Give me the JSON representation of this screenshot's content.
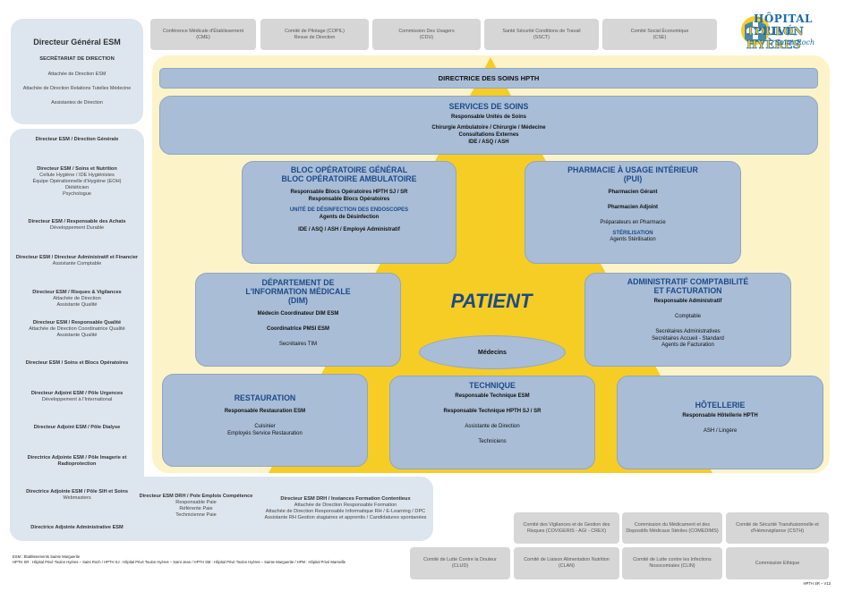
{
  "logo": {
    "line1": "HÔPITAL PRIVÉ",
    "line2": "TOULON HYÈRES",
    "line3": "Saint Roch"
  },
  "top_committees": [
    {
      "line1": "Conférence Médicale d'Établissement",
      "line2": "(CME)"
    },
    {
      "line1": "Comité de Pilotage (COPIL)",
      "line2": "Revue de Direction"
    },
    {
      "line1": "Commission Des Usagers",
      "line2": "(CDU)"
    },
    {
      "line1": "Santé Sécurité Conditions de Travail",
      "line2": "(SSCT)"
    },
    {
      "line1": "Comité Social Économique",
      "line2": "(CSE)"
    }
  ],
  "direction": {
    "title": "Directeur Général ESM",
    "secretariat": "SECRÉTARIAT DE DIRECTION",
    "items": [
      "Attachée de Direction ESM",
      "Attachée de Direction Relations Tutelles Médecine",
      "Assistantes de Direction"
    ]
  },
  "left_column": [
    {
      "title": "Directeur ESM / Direction Générale",
      "details": []
    },
    {
      "title": "Directeur ESM / Soins et Nutrition",
      "details": [
        "Cellule Hygiène / IDE Hygiénistes",
        "Équipe Opérationnelle d'Hygiène (EOH)",
        "Diététicien",
        "Psychologue"
      ]
    },
    {
      "title": "Directeur ESM / Responsable des Achats",
      "details": [
        "Développement Durable"
      ]
    },
    {
      "title": "Directeur ESM / Directeur Administratif et Financier",
      "details": [
        "Assistante Comptable"
      ]
    },
    {
      "title": "Directeur ESM / Risques & Vigilances",
      "details": [
        "Attachée de Direction",
        "Assistante Qualité"
      ]
    },
    {
      "title": "Directeur ESM / Responsable Qualité",
      "details": [
        "Attachée de Direction Coordinatrice Qualité",
        "Assistante Qualité"
      ]
    },
    {
      "title": "Directeur ESM / Soins et Blocs Opératoires",
      "details": []
    },
    {
      "title": "Directeur Adjoint ESM / Pôle Urgences",
      "details": [
        "Développement à l'International"
      ]
    },
    {
      "title": "Directeur Adjoint ESM / Pôle Dialyse",
      "details": []
    },
    {
      "title": "Directrice Adjointe ESM / Pôle Imagerie et",
      "details": [
        "Radioprotection"
      ]
    },
    {
      "title": "Directrice Adjointe ESM / Pôle SIH et Soins",
      "details": [
        "Webmasters"
      ]
    },
    {
      "title": "Directrice Adjointe Administrative ESM",
      "details": []
    }
  ],
  "bottom_left": [
    {
      "title": "Directeur ESM DRH / Pole Emplois Compétence",
      "details": [
        "Responsable Paie",
        "Référente Paie",
        "Technicienne Paie"
      ]
    },
    {
      "title": "Directeur ESM DRH / Instances Formation Contentieux",
      "details": [
        "Attachée de Direction Responsable Formation",
        "Attachée de Direction Responsable Informatique RH / E-Learning / DPC",
        "Assistante RH Gestion stagiaires et apprentis / Candidatures spontanées"
      ]
    }
  ],
  "center": {
    "directrice": "DIRECTRICE DES SOINS HPTH",
    "patient": "PATIENT",
    "medecins": "Médecins",
    "services_soins": {
      "title": "SERVICES DE SOINS",
      "lines": [
        "Responsable Unités de Soins",
        "Chirurgie Ambulatoire / Chirurgie / Médecine",
        "Consultations Externes",
        "IDE / ASQ / ASH"
      ]
    },
    "bloc": {
      "title1": "BLOC OPÉRATOIRE GÉNÉRAL",
      "title2": "BLOC OPÉRATOIRE AMBULATOIRE",
      "l1": "Responsable Blocs Opératoires HPTH SJ / SR",
      "l2": "Responsable Blocs Opératoires",
      "sub": "UNITÉ DE DÉSINFECTION DES ENDOSCOPES",
      "l3": "Agents de Désinfection",
      "l4": "IDE / ASQ / ASH / Employé Administratif"
    },
    "pharmacie": {
      "title1": "PHARMACIE À USAGE INTÉRIEUR",
      "title2": "(PUI)",
      "l1": "Pharmacien Gérant",
      "l2": "Pharmacien Adjoint",
      "l3": "Préparateurs en Pharmacie",
      "sub": "STÉRILISATION",
      "l4": "Agents Stérilisation"
    },
    "dim": {
      "title1": "DÉPARTEMENT DE",
      "title2": "L'INFORMATION MÉDICALE",
      "title3": "(DIM)",
      "l1": "Médecin Coordinateur DIM ESM",
      "l2": "Coordinatrice PMSI ESM",
      "l3": "Secrétaires TIM"
    },
    "admin": {
      "title1": "ADMINISTRATIF COMPTABILITÉ",
      "title2": "ET FACTURATION",
      "l1": "Responsable Administratif",
      "l2": "Comptable",
      "l3": "Secrétaires Administratives",
      "l4": "Secrétaires Accueil - Standard",
      "l5": "Agents de Facturation"
    },
    "restauration": {
      "title": "RESTAURATION",
      "l1": "Responsable Restauration ESM",
      "l2": "Cuisinier",
      "l3": "Employés Service Restauration"
    },
    "technique": {
      "title": "TECHNIQUE",
      "l1": "Responsable Technique ESM",
      "l2": "Responsable Technique HPTH SJ / SR",
      "l3": "Assistante de Direction",
      "l4": "Techniciens"
    },
    "hotellerie": {
      "title": "HÔTELLERIE",
      "l1": "Responsable Hôtellerie HPTH",
      "l2": "ASH / Lingère"
    }
  },
  "bottom_committees_row1": [
    {
      "line1": "Comité des Vigilances et de Gestion des Risques (COVIGERIS - AGI - CREX)"
    },
    {
      "line1": "Commission du Médicament et des Dispositifs Médicaux Stériles (COMEDIMS)"
    },
    {
      "line1": "Comité de Sécurité Transfusionnelle et d'Hémovigilance (CSTH)"
    }
  ],
  "bottom_committees_row2": [
    {
      "line1": "Comité de Lutte Contre la Douleur",
      "line2": "(CLUD)"
    },
    {
      "line1": "Comité de Liaison Alimentation Nutrition",
      "line2": "(CLAN)"
    },
    {
      "line1": "Comité de Lutte contre les Infections",
      "line2": "Nosocomiales (CLIN)"
    },
    {
      "line1": "Commission Ethique",
      "line2": ""
    }
  ],
  "footer": {
    "line1": "ESM : Établissements Sainte Marguerite",
    "line2": "HPTH SR : Hôpital Privé Toulon Hyères – Saint Roch  /  HPTH SJ : Hôpital Privé Toulon Hyères – Saint Jean  /  HPTH SM : Hôpital Privé Toulon Hyères – Sainte Marguerite  /  HPM : Hôpital Privé Marseille",
    "version": "HPTH SR – V13"
  },
  "colors": {
    "panel": "#dde5ee",
    "yellow_bg": "#fdf3c9",
    "triangle": "#f6cd25",
    "box": "#a9bdd6",
    "title_blue": "#1c4a8a",
    "committee": "#d6d6d6"
  }
}
